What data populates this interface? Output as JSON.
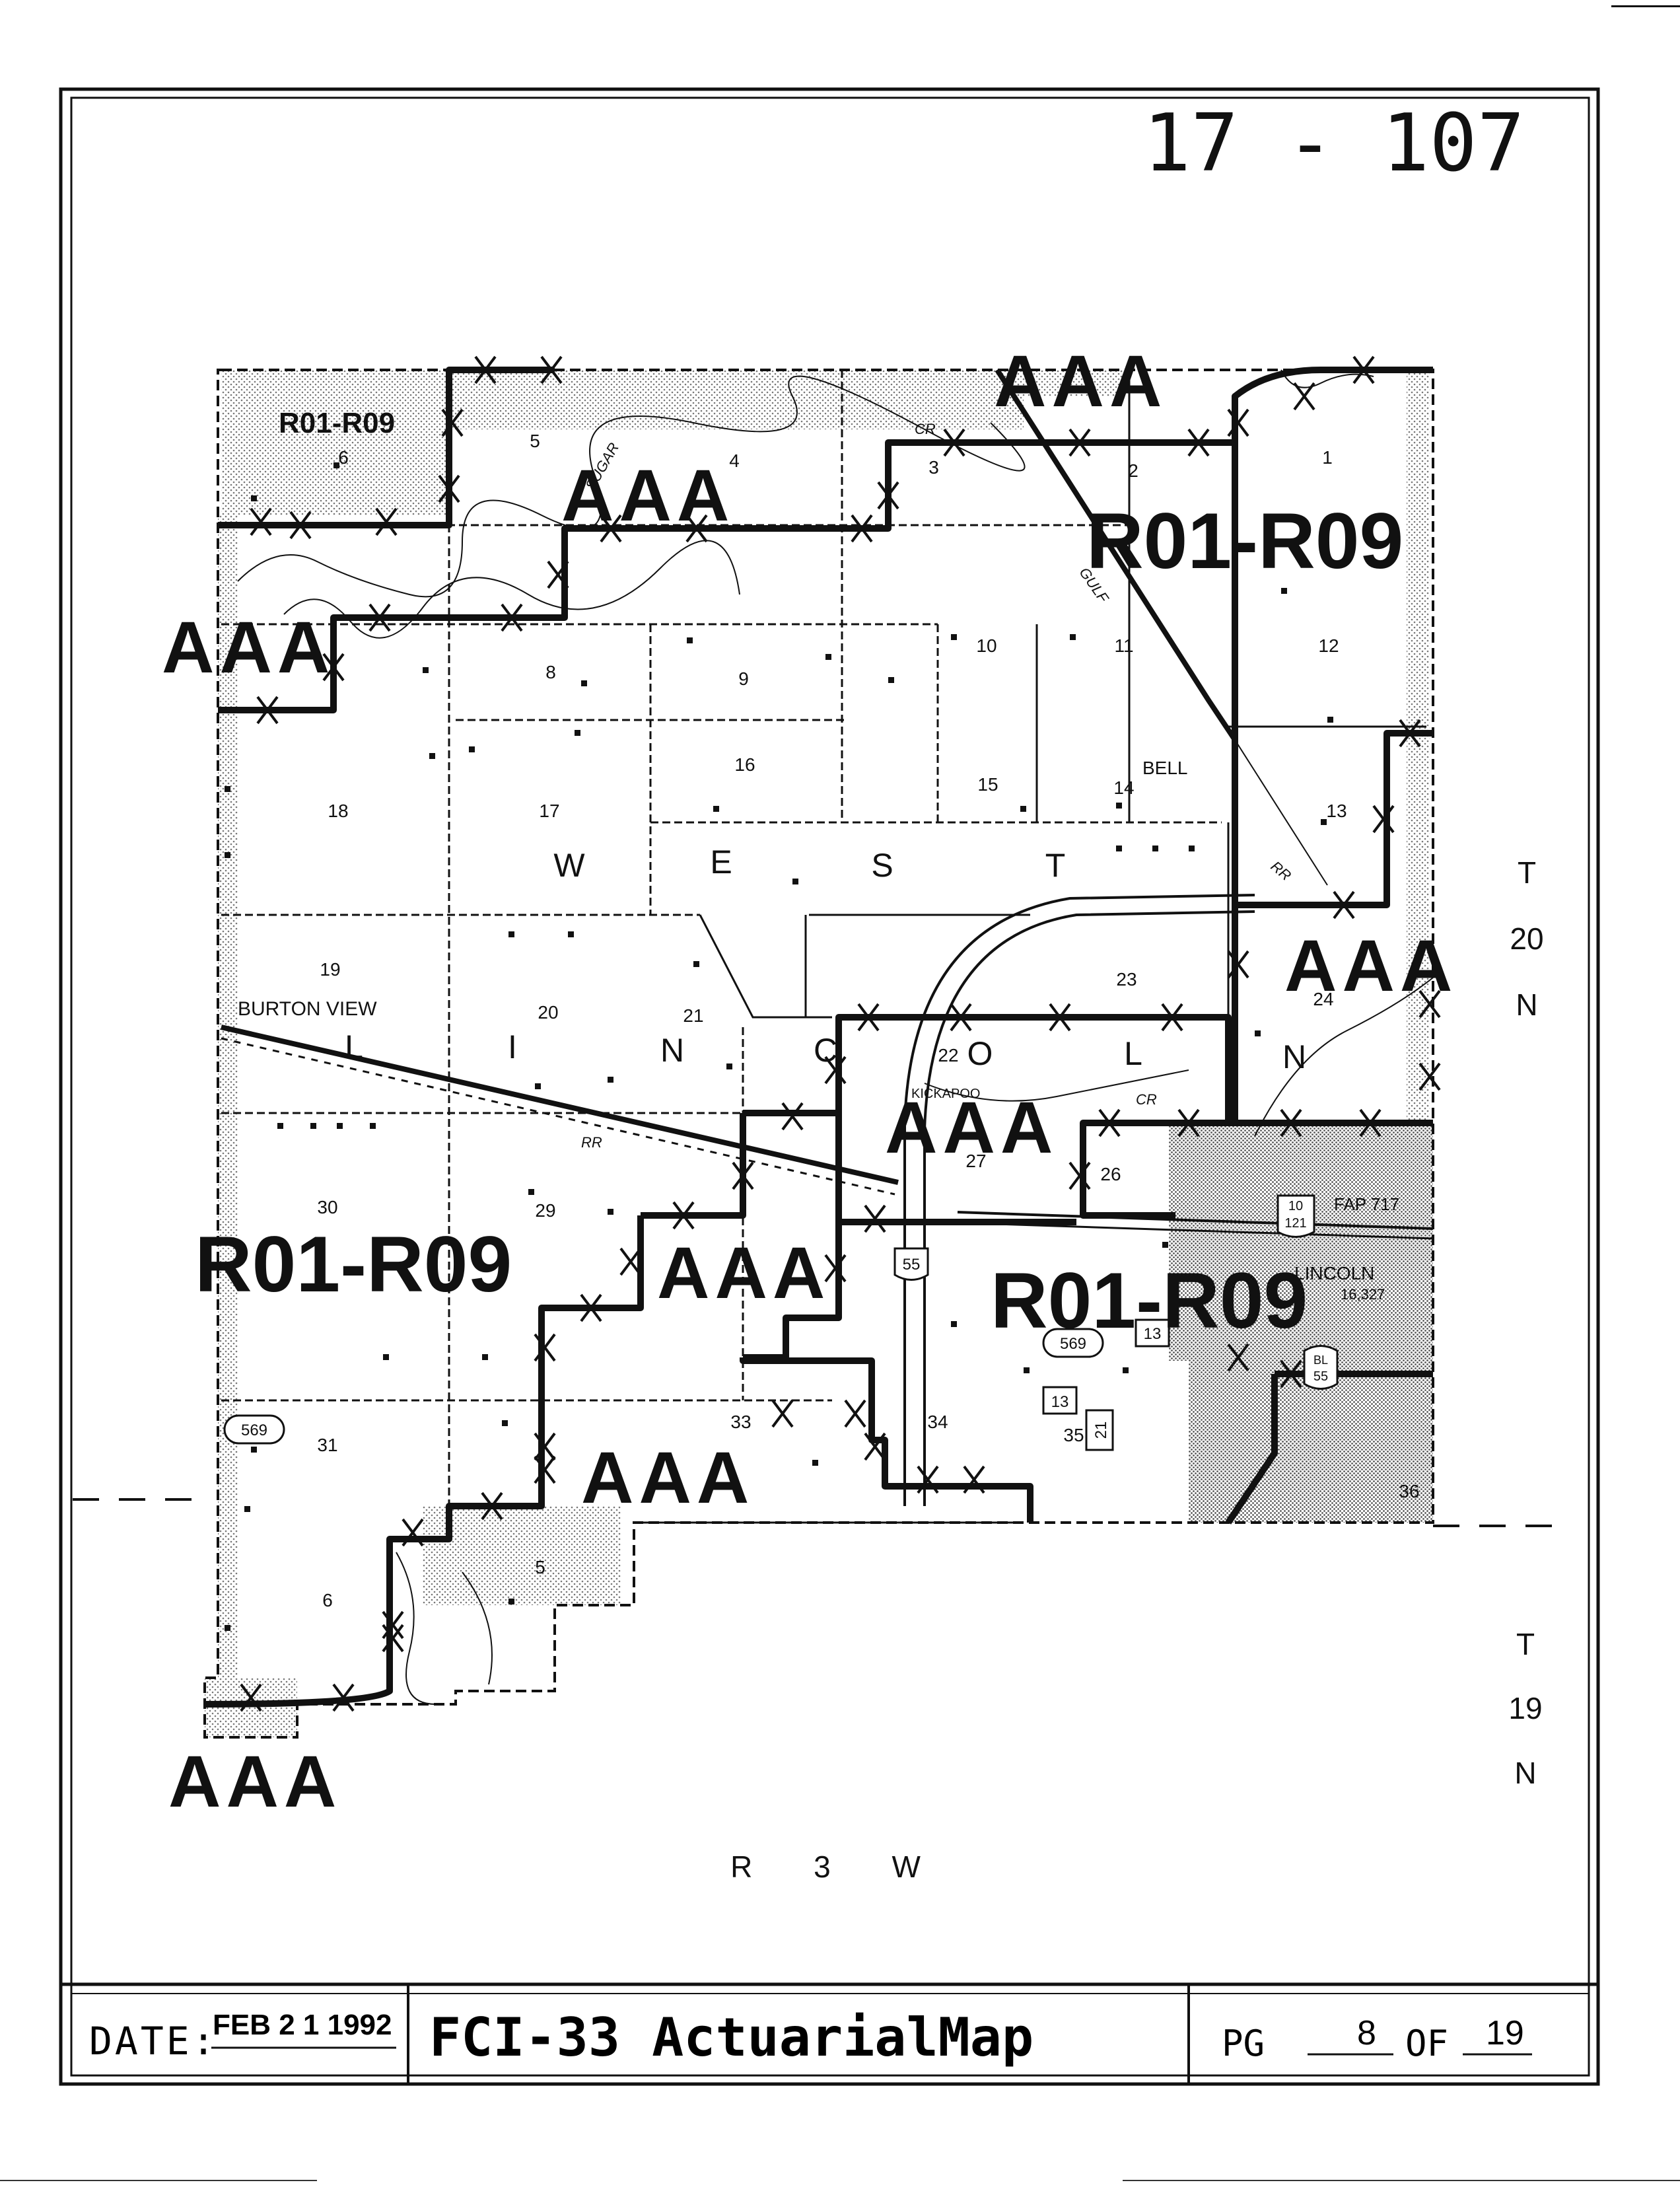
{
  "sheet": {
    "map_number": "17 - 107",
    "footer": {
      "date_label": "DATE:",
      "date_value": "FEB 2 1 1992",
      "title": "FCI-33 ActuarialMap",
      "page_label": "PG",
      "page_current": "8",
      "page_of": "OF",
      "page_total": "19"
    }
  },
  "map": {
    "township_labels": {
      "t20n": [
        "T",
        "20",
        "N"
      ],
      "t19n": [
        "T",
        "19",
        "N"
      ],
      "range": "R 3 W"
    },
    "township_name_letters": [
      "W",
      "E",
      "S",
      "T",
      "L",
      "I",
      "N",
      "C",
      "O",
      "L",
      "N"
    ],
    "sections_upper": [
      "6",
      "5",
      "4",
      "3",
      "2",
      "1",
      "8",
      "9",
      "10",
      "11",
      "12",
      "18",
      "17",
      "16",
      "15",
      "14",
      "13",
      "19",
      "20",
      "21",
      "22",
      "23",
      "24",
      "30",
      "29",
      "27",
      "26",
      "31",
      "33",
      "34",
      "35",
      "36"
    ],
    "sections_lower": [
      "6",
      "5"
    ],
    "places": [
      "BURTON VIEW",
      "BELL",
      "KICKAPOO",
      "LINCOLN",
      "16,327"
    ],
    "features": [
      "SUGAR",
      "CR",
      "GULF",
      "RR",
      "RR",
      "CR",
      "FAP 717"
    ],
    "road_shields": [
      "55",
      "569",
      "569",
      "10",
      "121",
      "BL",
      "55",
      "13",
      "13",
      "21"
    ],
    "rating_labels": {
      "aaa": [
        "AAA",
        "AAA",
        "AAA",
        "AAA",
        "AAA",
        "AAA",
        "AAA",
        "AAA"
      ],
      "r01_r09": [
        "R01-R09",
        "R01-R09",
        "R01-R09",
        "R01-R09"
      ]
    },
    "colors": {
      "ink": "#111111",
      "stipple": "#9a9a9a",
      "paper": "#ffffff"
    }
  }
}
